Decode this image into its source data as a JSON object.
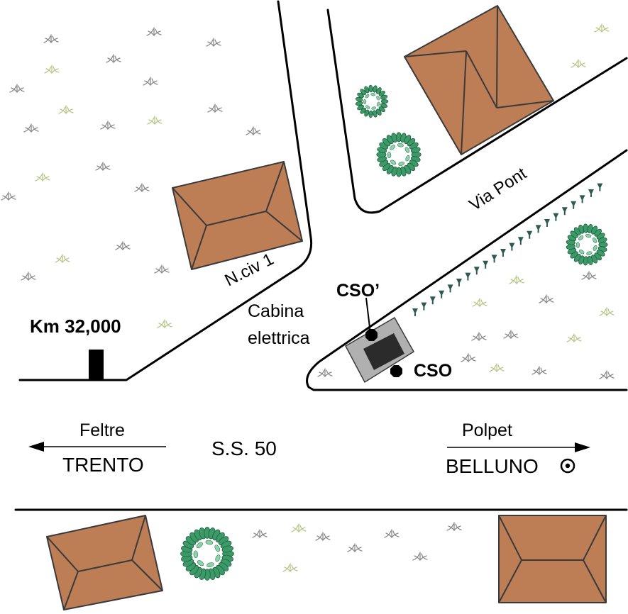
{
  "colors": {
    "roof": "#bd7e56",
    "roof_edge": "#3a3a3a",
    "tree_leaf": "#3c9a68",
    "tree_light": "#8fd3aa",
    "grass_dark": "#8a8a8a",
    "grass_light": "#b7c98a",
    "hedge": "#2f5a52",
    "cabin_outer": "#b0b0b0",
    "cabin_inner": "#2b2b2b"
  },
  "labels": {
    "km_marker": "Km 32,000",
    "house_number": "N.civ 1",
    "street": "Via Pont",
    "cso_prime": "CSO’",
    "cso": "CSO",
    "cabin_line1": "Cabina",
    "cabin_line2": "elettrica",
    "road_name": "S.S. 50",
    "west_small": "Feltre",
    "west_big": "TRENTO",
    "east_small": "Polpet",
    "east_big": "BELLUNO"
  },
  "icons": {
    "km_marker": "milestone-icon",
    "direction_west": "arrow-left-icon",
    "direction_east": "arrow-right-icon",
    "city_symbol": "circle-dot-icon",
    "manhole": "octagon-icon"
  }
}
